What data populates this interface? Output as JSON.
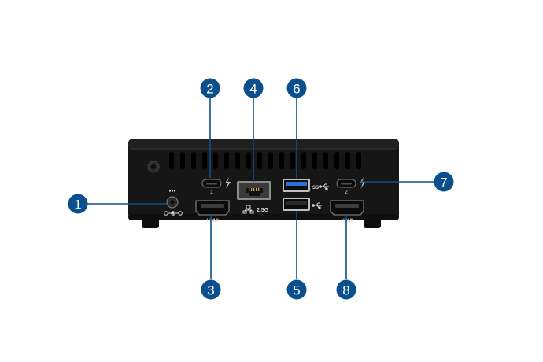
{
  "colors": {
    "background": "#ffffff",
    "callout": "#0b4f8c",
    "leader": "#0b4f8c",
    "chassis": "#141414",
    "usb_a_blue": "#2f6fd6"
  },
  "port_labels": {
    "hdmi": "HDMI",
    "ethernet_speed": "2.5G",
    "usb_c_left_num": "1",
    "usb_c_right_num": "2"
  },
  "callouts": [
    {
      "number": "1",
      "target": "dc-power-jack"
    },
    {
      "number": "2",
      "target": "thunderbolt-usb-c-port-1"
    },
    {
      "number": "3",
      "target": "hdmi-port-1"
    },
    {
      "number": "4",
      "target": "ethernet-port"
    },
    {
      "number": "5",
      "target": "usb-a-port-lower"
    },
    {
      "number": "6",
      "target": "usb-a-port-upper"
    },
    {
      "number": "7",
      "target": "thunderbolt-usb-c-port-2"
    },
    {
      "number": "8",
      "target": "hdmi-port-2"
    }
  ],
  "icons": [
    "dc-power-icon",
    "thunderbolt-icon",
    "usb-icon",
    "network-icon",
    "power-button-icon"
  ]
}
